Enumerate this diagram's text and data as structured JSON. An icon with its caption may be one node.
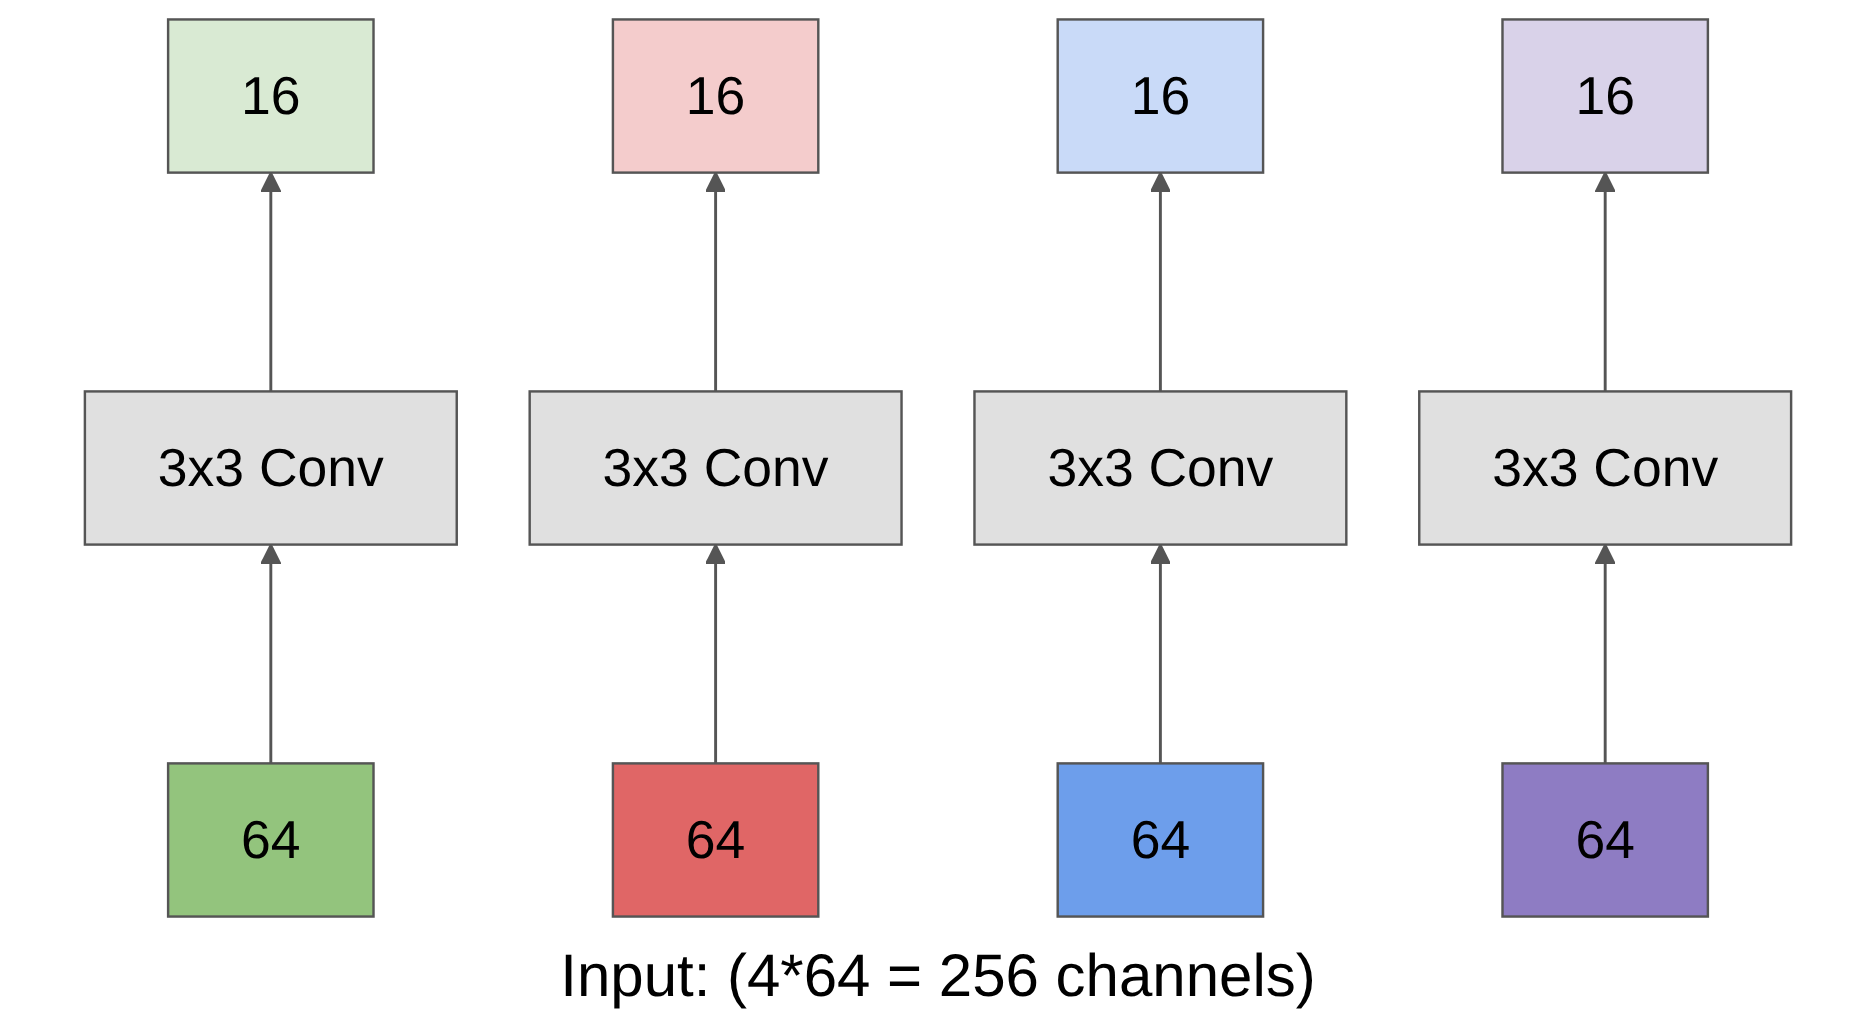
{
  "diagram": {
    "caption": "Input: (4*64 = 256 channels)",
    "nodes": [
      {
        "text": [
          "16"
        ]
      },
      {
        "text": [
          "16"
        ]
      },
      {
        "text": [
          "16"
        ]
      },
      {
        "text": [
          "16"
        ]
      },
      {
        "text": [
          "3x3 Conv"
        ]
      },
      {
        "text": [
          "3x3 Conv"
        ]
      },
      {
        "text": [
          "3x3 Conv"
        ]
      },
      {
        "text": [
          "3x3 Conv"
        ]
      },
      {
        "text": [
          "64"
        ]
      },
      {
        "text": [
          "64"
        ]
      },
      {
        "text": [
          "64"
        ]
      },
      {
        "text": [
          "64"
        ]
      }
    ],
    "edges": [
      {
        "from": 8,
        "to": 4,
        "arrow": "to"
      },
      {
        "from": 4,
        "to": 0,
        "arrow": "to"
      },
      {
        "from": 9,
        "to": 5,
        "arrow": "to"
      },
      {
        "from": 5,
        "to": 1,
        "arrow": "to"
      },
      {
        "from": 10,
        "to": 6,
        "arrow": "to"
      },
      {
        "from": 6,
        "to": 2,
        "arrow": "to"
      },
      {
        "from": 11,
        "to": 7,
        "arrow": "to"
      },
      {
        "from": 7,
        "to": 3,
        "arrow": "to"
      }
    ]
  }
}
